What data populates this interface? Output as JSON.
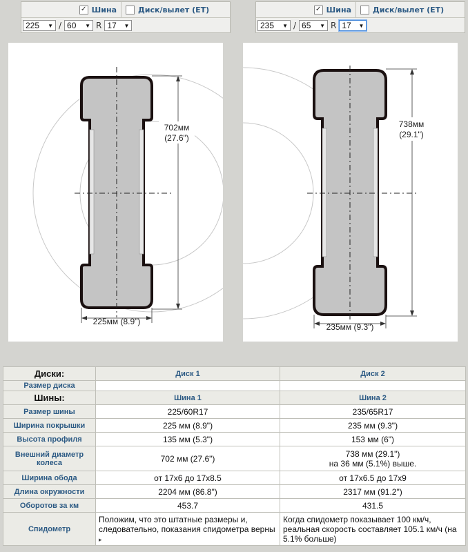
{
  "panels": [
    {
      "tire_label": "Шина",
      "tire_checked": true,
      "disk_label": "Диск/вылет (ET)",
      "disk_checked": false,
      "width": "225",
      "profile": "60",
      "rim_prefix": "R",
      "rim": "17",
      "slash": "/"
    },
    {
      "tire_label": "Шина",
      "tire_checked": true,
      "disk_label": "Диск/вылет (ET)",
      "disk_checked": false,
      "width": "235",
      "profile": "65",
      "rim_prefix": "R",
      "rim": "17",
      "slash": "/"
    }
  ],
  "drawings": [
    {
      "diameter_text": "702мм",
      "diameter_inch": "(27.6\")",
      "width_text": "225мм (8.9\")"
    },
    {
      "diameter_text": "738мм",
      "diameter_inch": "(29.1\")",
      "width_text": "235мм (9.3\")"
    }
  ],
  "table": {
    "disks_label": "Диски:",
    "disk1": "Диск 1",
    "disk2": "Диск 2",
    "disk_size_label": "Размер диска",
    "disk_size_1": "",
    "disk_size_2": "",
    "tires_label": "Шины:",
    "tire1": "Шина 1",
    "tire2": "Шина 2",
    "rows": [
      {
        "label": "Размер шины",
        "v1": "225/60R17",
        "v2": "235/65R17"
      },
      {
        "label": "Ширина покрышки",
        "v1": "225 мм (8.9\")",
        "v2": "235 мм (9.3\")"
      },
      {
        "label": "Высота профиля",
        "v1": "135 мм (5.3\")",
        "v2": "153 мм (6\")"
      },
      {
        "label": "Внешний диаметр колеса",
        "v1": "702 мм (27.6\")",
        "v2": "738 мм (29.1\")",
        "v2_line2": "на 36 мм (5.1%) выше."
      },
      {
        "label": "Ширина обода",
        "v1": "от 17x6 до 17x8.5",
        "v2": "от 17x6.5 до 17x9"
      },
      {
        "label": "Длина окружности",
        "v1": "2204 мм (86.8\")",
        "v2": "2317 мм (91.2\")"
      },
      {
        "label": "Оборотов за км",
        "v1": "453.7",
        "v2": "431.5"
      }
    ],
    "speedo_label": "Спидометр",
    "speedo_1": "Положим, что это штатные размеры и, следовательно, показания спидометра верны",
    "speedo_more": "▸",
    "speedo_2": "Когда спидометр показывает 100 км/ч, реальная скорость составляет 105.1 км/ч (на 5.1% больше)"
  },
  "colors": {
    "label_blue": "#2c5a84",
    "tire_fill": "#c4c4c4",
    "tire_stroke": "#1a1010"
  },
  "icons": {
    "check": "check-icon",
    "dropdown": "dropdown-arrow-icon"
  }
}
